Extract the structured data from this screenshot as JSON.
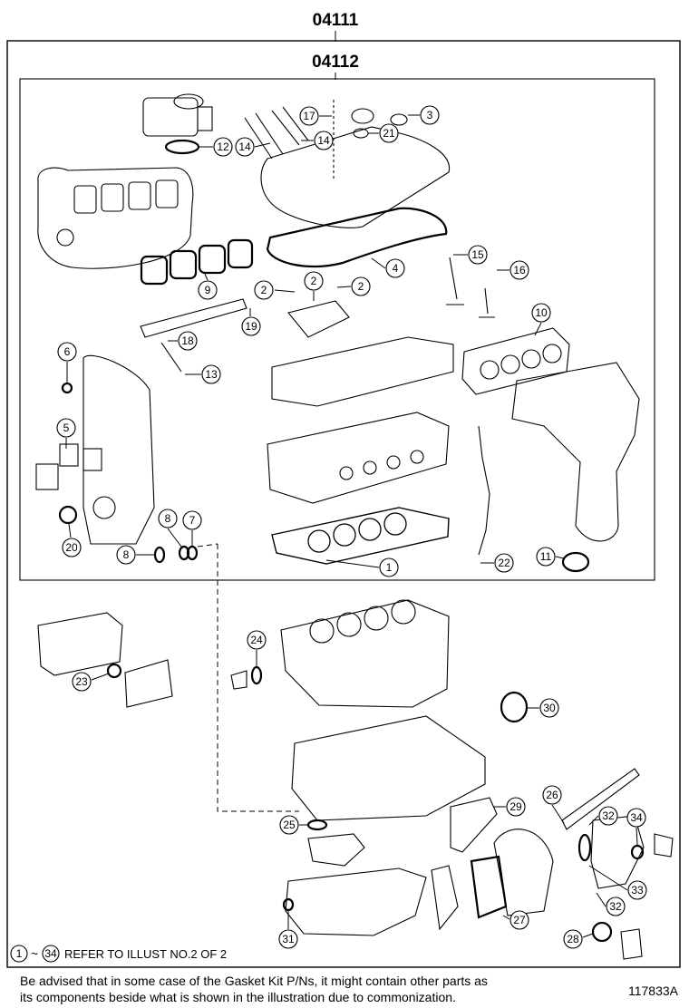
{
  "header": {
    "outer_code": "04111",
    "inner_code": "04112"
  },
  "callouts": [
    {
      "id": "c1",
      "label": "1"
    },
    {
      "id": "c2a",
      "label": "2"
    },
    {
      "id": "c2b",
      "label": "2"
    },
    {
      "id": "c2c",
      "label": "2"
    },
    {
      "id": "c3",
      "label": "3"
    },
    {
      "id": "c4",
      "label": "4"
    },
    {
      "id": "c5",
      "label": "5"
    },
    {
      "id": "c6",
      "label": "6"
    },
    {
      "id": "c7",
      "label": "7"
    },
    {
      "id": "c8a",
      "label": "8"
    },
    {
      "id": "c8b",
      "label": "8"
    },
    {
      "id": "c9",
      "label": "9"
    },
    {
      "id": "c10",
      "label": "10"
    },
    {
      "id": "c11",
      "label": "11"
    },
    {
      "id": "c12",
      "label": "12"
    },
    {
      "id": "c13",
      "label": "13"
    },
    {
      "id": "c14a",
      "label": "14"
    },
    {
      "id": "c14b",
      "label": "14"
    },
    {
      "id": "c15",
      "label": "15"
    },
    {
      "id": "c16",
      "label": "16"
    },
    {
      "id": "c17",
      "label": "17"
    },
    {
      "id": "c18",
      "label": "18"
    },
    {
      "id": "c19",
      "label": "19"
    },
    {
      "id": "c20",
      "label": "20"
    },
    {
      "id": "c21",
      "label": "21"
    },
    {
      "id": "c22",
      "label": "22"
    },
    {
      "id": "c23",
      "label": "23"
    },
    {
      "id": "c24",
      "label": "24"
    },
    {
      "id": "c25",
      "label": "25"
    },
    {
      "id": "c26",
      "label": "26"
    },
    {
      "id": "c27",
      "label": "27"
    },
    {
      "id": "c28",
      "label": "28"
    },
    {
      "id": "c29",
      "label": "29"
    },
    {
      "id": "c30",
      "label": "30"
    },
    {
      "id": "c31",
      "label": "31"
    },
    {
      "id": "c32a",
      "label": "32"
    },
    {
      "id": "c32b",
      "label": "32"
    },
    {
      "id": "c33",
      "label": "33"
    },
    {
      "id": "c34",
      "label": "34"
    }
  ],
  "reference": {
    "from": "1",
    "to": "34",
    "tilde": "~",
    "text": "REFER TO ILLUST NO.2 OF 2"
  },
  "footer": {
    "note_line1": "Be advised that in some case of the Gasket Kit P/Ns,  it might contain other parts as",
    "note_line2": "its components beside what is shown in the illustration due to commonization.",
    "illustration_id": "117833A"
  }
}
